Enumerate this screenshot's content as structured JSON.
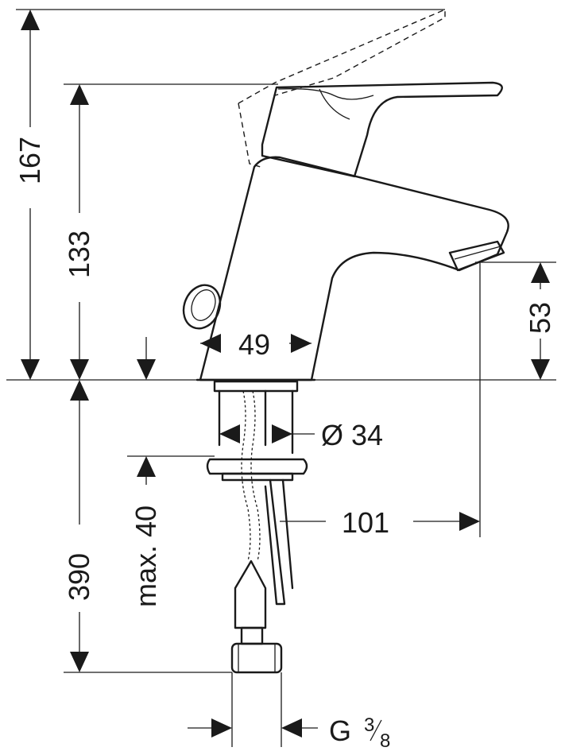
{
  "dimensions": {
    "total_height": "167",
    "spout_height": "133",
    "outlet_height": "53",
    "base_width": "49",
    "hole_diameter": "Ø 34",
    "max_counter_thickness": "max. 40",
    "projection": "101",
    "hose_length": "390",
    "thread_prefix": "G",
    "thread_num": "3",
    "thread_den": "8"
  }
}
